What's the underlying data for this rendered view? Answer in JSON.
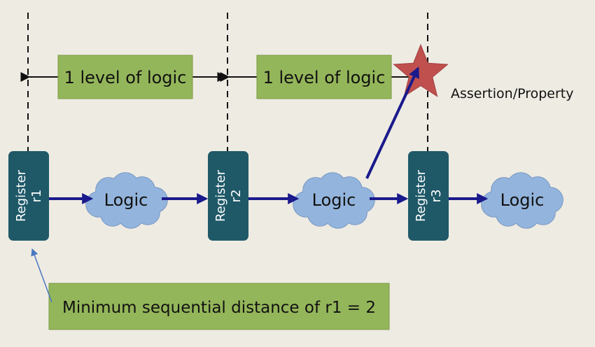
{
  "levels": [
    {
      "label": "1 level of logic"
    },
    {
      "label": "1 level of logic"
    }
  ],
  "registers": [
    {
      "line1": "Register",
      "line2": "r1"
    },
    {
      "line1": "Register",
      "line2": "r2"
    },
    {
      "line1": "Register",
      "line2": "r3"
    }
  ],
  "clouds": [
    {
      "label": "Logic"
    },
    {
      "label": "Logic"
    },
    {
      "label": "Logic"
    }
  ],
  "assertion": {
    "label": "Assertion/Property"
  },
  "note": {
    "label": "Minimum sequential distance of r1 = 2"
  },
  "colors": {
    "background": "#eeebe3",
    "register": "#1f5968",
    "cloud_fill": "#93b4dc",
    "cloud_stroke": "#6a8cbc",
    "label_box": "#94b65a",
    "label_border": "#7a9a44",
    "arrow": "#1a1a8c",
    "star": "#c0504d",
    "note_arrow": "#4a78c0"
  }
}
